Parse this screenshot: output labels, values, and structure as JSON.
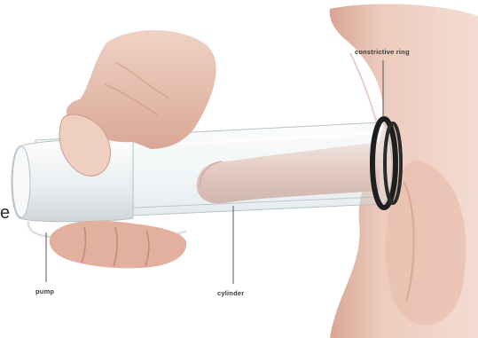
{
  "labels": {
    "constrictive_ring": "constrictive ring",
    "pump": "pump",
    "cylinder": "cylinder",
    "edge_fragment": "e"
  },
  "colors": {
    "skin_light": "#f1d7cc",
    "skin_mid": "#e2b5a4",
    "skin_shadow": "#c98f7c",
    "ring": "#1e1e1e",
    "cylinder_tint": "#e7eef1",
    "pump_body": "#eef1f3",
    "leader_line": "#555555"
  }
}
